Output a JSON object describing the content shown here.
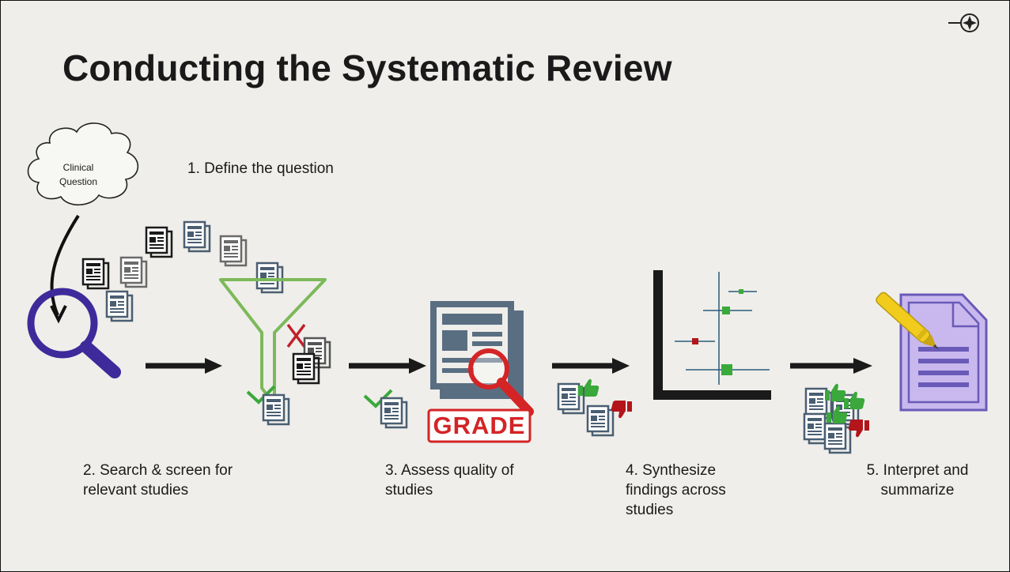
{
  "slide": {
    "title": "Conducting the Systematic Review",
    "logo_icon": "compass-star-icon"
  },
  "cloud": {
    "line1": "Clinical",
    "line2": "Question"
  },
  "steps": [
    {
      "label": "1. Define the question"
    },
    {
      "line1": "2. Search & screen for",
      "line2": "relevant studies"
    },
    {
      "line1": "3. Assess quality of",
      "line2": "studies"
    },
    {
      "line1": "4. Synthesize",
      "line2": "findings across",
      "line3": "studies"
    },
    {
      "line1": "5. Interpret and",
      "line2": "summarize"
    }
  ],
  "grade": {
    "label": "GRADE"
  },
  "colors": {
    "magnifier": "#3e2a9a",
    "funnel": "#7cb95a",
    "check": "#3aa83a",
    "reject_x": "#c0202a",
    "grade_red": "#d42426",
    "document_slate": "#5a6e82",
    "forest_square": "#3aaa3a",
    "forest_square_red": "#b3151b",
    "forest_line": "#2a5b7a",
    "report_purple": "#c8b8ee",
    "pen_yellow": "#f2cc1c"
  }
}
